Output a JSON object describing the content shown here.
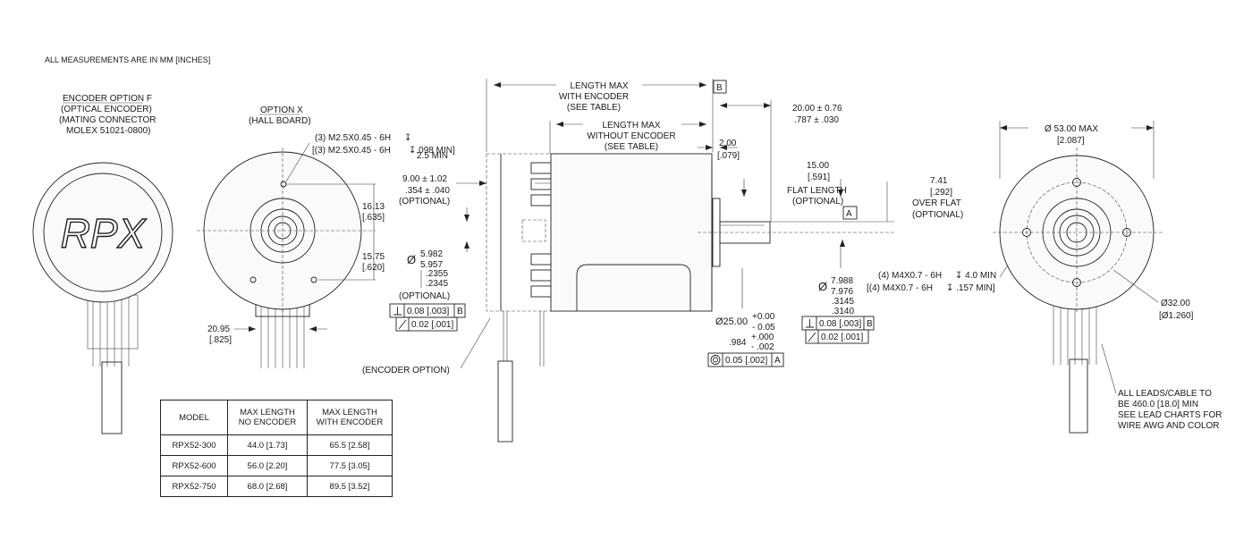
{
  "header_note": "ALL MEASUREMENTS ARE IN MM [INCHES]",
  "encoder_view": {
    "title": "ENCODER OPTION F",
    "line2": "(OPTICAL ENCODER)",
    "line3": "(MATING CONNECTOR",
    "line4": "MOLEX 51021-0800)",
    "logo": "RPX"
  },
  "hall_view": {
    "title": "OPTION X",
    "subtitle": "(HALL BOARD)",
    "thread_1": "(3) M2.5X0.45 - 6H",
    "thread_1_sym": "↧",
    "thread_2": "[(3) M2.5X0.45 - 6H",
    "thread_2_sym": "↧.098 MIN]",
    "thread_depth": "2.5 MIN",
    "dim_upper_mm": "16.13",
    "dim_upper_in": "[.635]",
    "dim_lower_mm": "15.75",
    "dim_lower_in": "[.620]",
    "dim_lead_mm": "20.95",
    "dim_lead_in": "[.825]"
  },
  "side_view": {
    "length_enc_1": "LENGTH MAX",
    "length_enc_2": "WITH ENCODER",
    "length_enc_3": "(SEE TABLE)",
    "datum_b": "B",
    "length_noenc_1": "LENGTH MAX",
    "length_noenc_2": "WITHOUT ENCODER",
    "length_noenc_3": "(SEE TABLE)",
    "dim_20_mm": "20.00 ± 0.76",
    "dim_20_in": ".787 ± .030",
    "dim_2_mm": "2.00",
    "dim_2_in": "[.079]",
    "dim_15_mm": "15.00",
    "dim_15_in": "[.591]",
    "flat_length_1": "FLAT LENGTH",
    "flat_length_2": "(OPTIONAL)",
    "datum_a": "A",
    "dim_741_mm": "7.41",
    "dim_741_in": "[.292]",
    "over_flat_1": "OVER FLAT",
    "over_flat_2": "(OPTIONAL)",
    "dim_9_mm": "9.00 ± 1.02",
    "dim_9_in": ".354 ± .040",
    "dim_9_opt": "(OPTIONAL)",
    "pilot_sym": "Ø",
    "pilot_mm_1": "5.982",
    "pilot_mm_2": "5.957",
    "pilot_in_1": ".2355",
    "pilot_in_2": ".2345",
    "pilot_opt": "(OPTIONAL)",
    "tol_perp_mm": "0.08 [.003]",
    "tol_perp_ref": "B",
    "tol_runout": "0.02 [.001]",
    "encoder_option": "(ENCODER OPTION)",
    "hub_mm": "Ø25.00",
    "hub_tol_plus_mm": "+0.00",
    "hub_tol_minus_mm": "- 0.05",
    "hub_in": ".984",
    "hub_tol_plus_in": "+.000",
    "hub_tol_minus_in": "- .002",
    "concentric_tol": "0.05 [.002]",
    "concentric_ref": "A",
    "shaft_sym": "Ø",
    "shaft_mm_1": "7.988",
    "shaft_mm_2": "7.976",
    "shaft_in_1": ".3145",
    "shaft_in_2": ".3140",
    "shaft_perp": "0.08 [.003]",
    "shaft_perp_ref": "B",
    "shaft_runout": "0.02 [.001]",
    "mount_1": "(4) M4X0.7 - 6H",
    "mount_1_depth": "↧ 4.0 MIN",
    "mount_2": "[(4) M4X0.7 - 6H",
    "mount_2_depth": "↧ .157 MIN]"
  },
  "front_view": {
    "dia_mm": "Ø 53.00  MAX",
    "dia_in": "[2.087]",
    "bolt_circle_mm": "Ø32.00",
    "bolt_circle_in": "[Ø1.260]",
    "leads_1": "ALL LEADS/CABLE TO",
    "leads_2": "BE 460.0 [18.0] MIN",
    "leads_3": "SEE LEAD CHARTS FOR",
    "leads_4": "WIRE AWG AND COLOR"
  },
  "table": {
    "headers": [
      {
        "l1": "MODEL",
        "l2": ""
      },
      {
        "l1": "MAX LENGTH",
        "l2": "NO ENCODER"
      },
      {
        "l1": "MAX LENGTH",
        "l2": "WITH ENCODER"
      }
    ],
    "rows": [
      [
        "RPX52-300",
        "44.0 [1.73]",
        "65.5 [2.58]"
      ],
      [
        "RPX52-600",
        "56.0 [2.20]",
        "77.5 [3.05]"
      ],
      [
        "RPX52-750",
        "68.0 [2.68]",
        "89.5 [3.52]"
      ]
    ]
  }
}
